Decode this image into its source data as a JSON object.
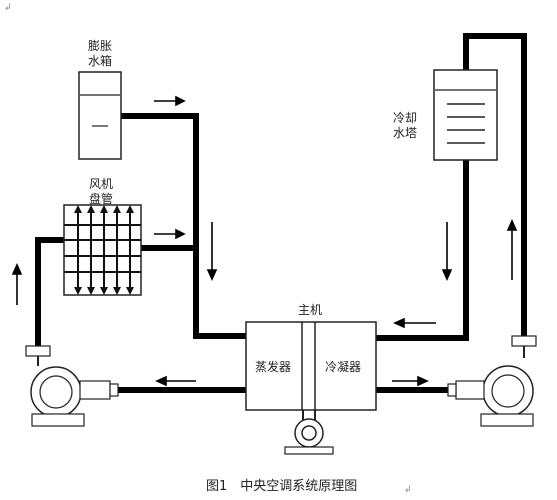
{
  "labels": {
    "expansion_tank_line1": "膨胀",
    "expansion_tank_line2": "水箱",
    "fan_coil_line1": "风机",
    "fan_coil_line2": "盘管",
    "cooling_tower_line1": "冷却",
    "cooling_tower_line2": "水塔",
    "chiller": "主机",
    "evaporator": "蒸发器",
    "condenser": "冷凝器"
  },
  "caption": "图1　中央空调系统原理图",
  "para_mark": "↲",
  "colors": {
    "pipe": "#000000",
    "outline": "#222222",
    "fill": "#ffffff",
    "fan_grid": "#111111"
  }
}
